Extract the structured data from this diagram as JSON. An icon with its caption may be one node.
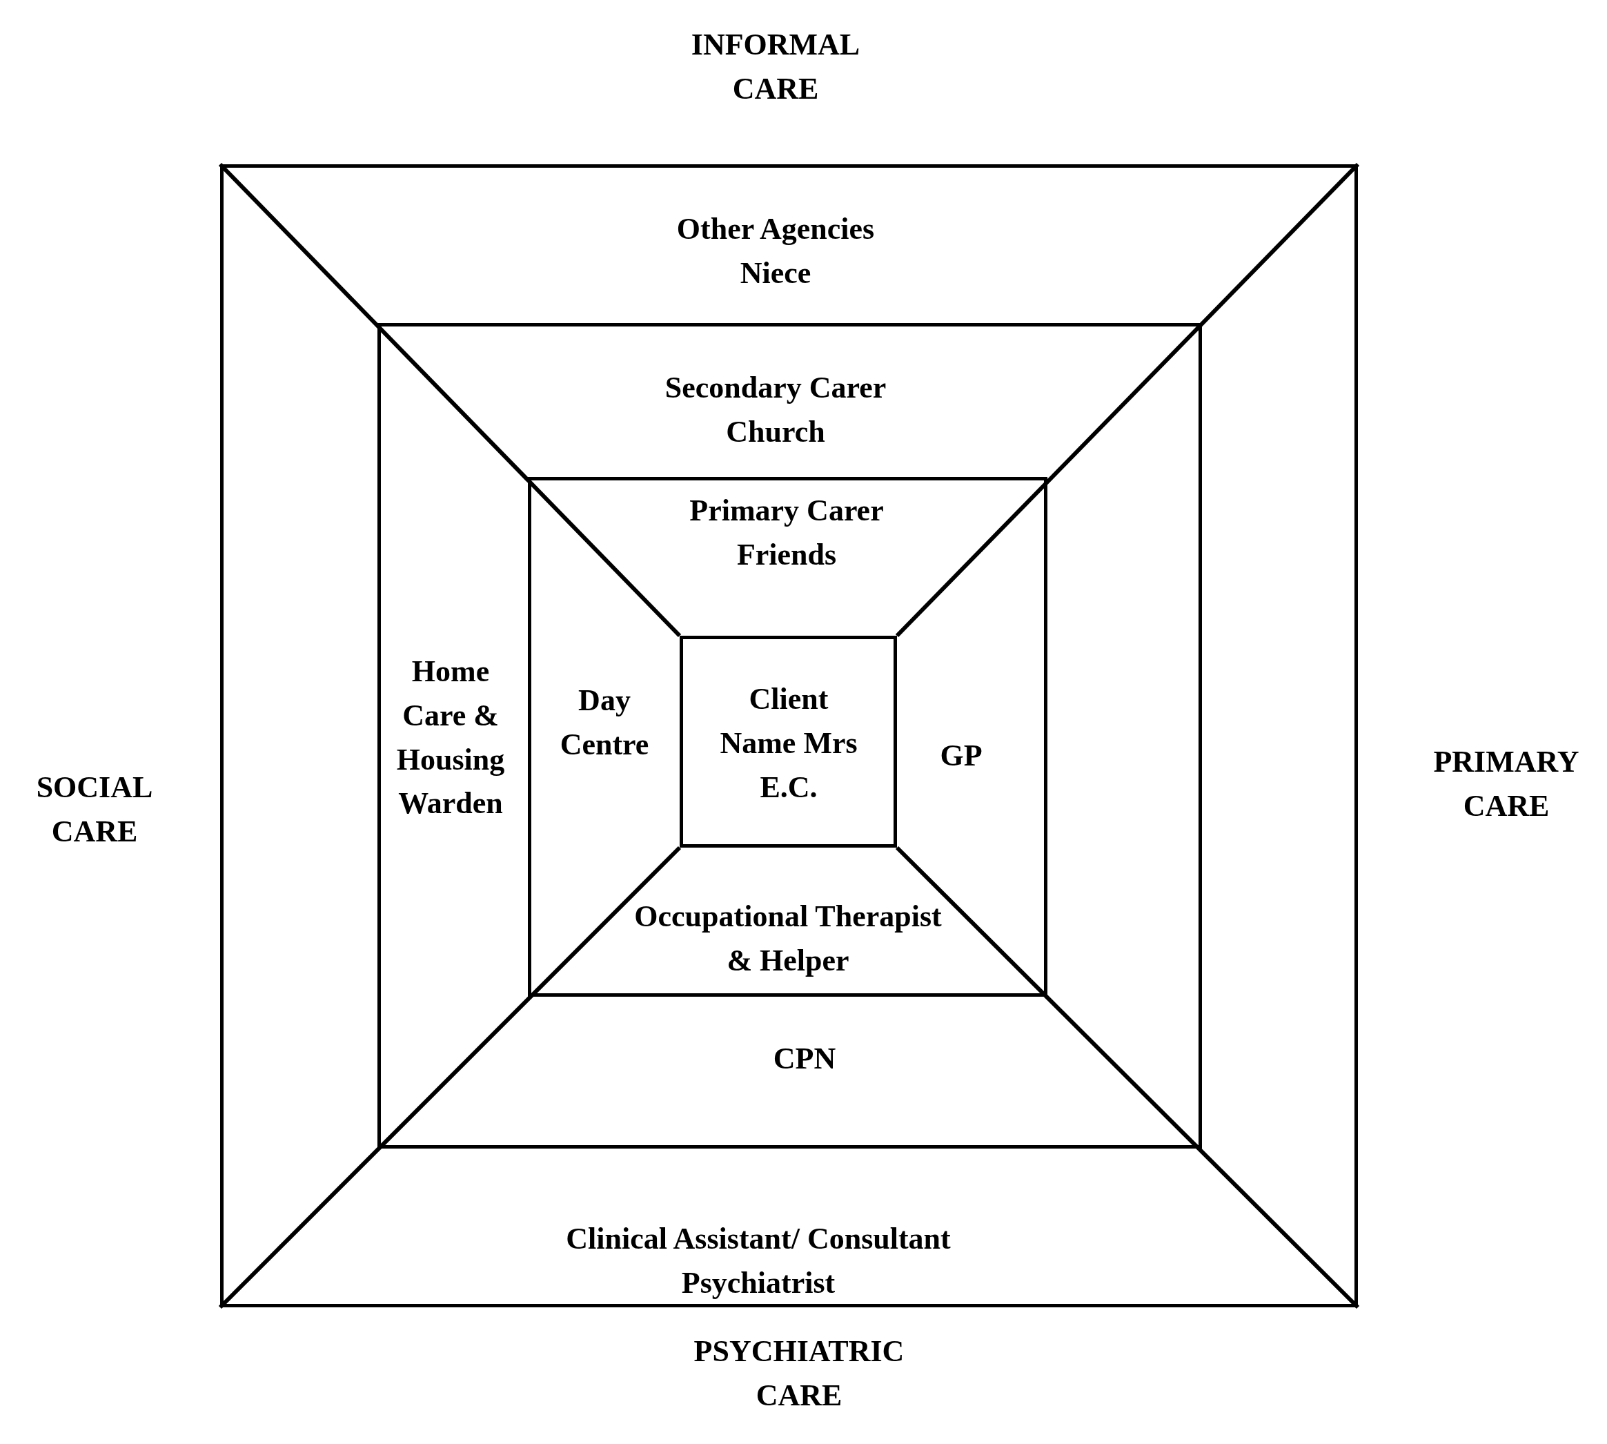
{
  "diagram": {
    "nodes": [
      {
        "text": [
          "Other Agencies Niece",
          "Clinical Assistant/ Consultant Psychiatrist"
        ]
      },
      {
        "text": [
          "Secondary Carer Church",
          "Home Care & Housing Warden",
          "CPN"
        ],
        "in": 0
      },
      {
        "text": [
          "Primary Carer Friends",
          "Day Centre",
          "GP",
          "Occupational Therapist & Helper"
        ],
        "in": 1
      },
      {
        "text": [
          "Client Name Mrs E.C."
        ],
        "in": 2
      }
    ],
    "labels": [
      "INFORMAL CARE",
      "SOCIAL CARE",
      "PRIMARY CARE",
      "PSYCHIATRIC CARE"
    ]
  }
}
